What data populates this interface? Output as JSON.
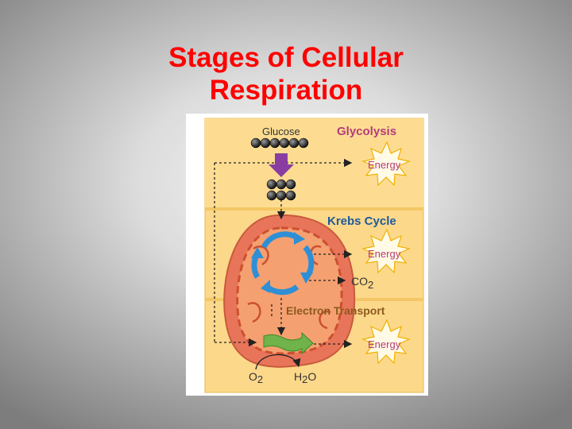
{
  "title": {
    "line1": "Stages of Cellular",
    "line2": "Respiration"
  },
  "diagram": {
    "glucose_label": "Glucose",
    "stages": [
      {
        "name": "Glycolysis",
        "energy_label": "Energy"
      },
      {
        "name": "Krebs Cycle",
        "energy_label": "Energy"
      },
      {
        "name": "Electron Transport",
        "energy_label": "Energy"
      }
    ],
    "products": {
      "co2": "CO",
      "co2_sub": "2",
      "o2": "O",
      "o2_sub": "2",
      "h2o_h": "H",
      "h2o_sub": "2",
      "h2o_o": "O"
    },
    "colors": {
      "panel_fill": "#fcd88a",
      "stage_title": "#b43c78",
      "krebs_title": "#1e5a9c",
      "electron_title": "#8c5a1e",
      "mitochondria_outer": "#e8755a",
      "cycle_arrows": "#2e8fd6",
      "arrow_down": "#8a3da0",
      "star_outline": "#f0b000"
    }
  }
}
